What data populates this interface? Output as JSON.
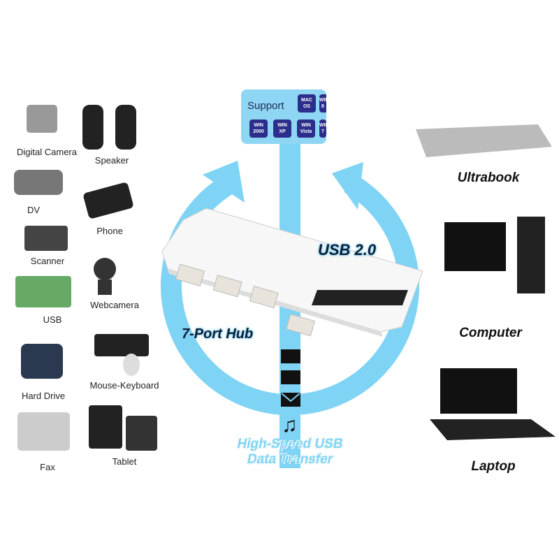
{
  "support": {
    "title": "Support",
    "os_badges": [
      {
        "line1": "MAC",
        "line2": "OS"
      },
      {
        "line1": "WIN",
        "line2": "8"
      },
      {
        "line1": "WIN",
        "line2": "2000"
      },
      {
        "line1": "WIN",
        "line2": "XP"
      },
      {
        "line1": "WIN",
        "line2": "Vista"
      },
      {
        "line1": "WIN",
        "line2": "7"
      }
    ]
  },
  "left_devices": [
    "Digital Camera",
    "Speaker",
    "DV",
    "Phone",
    "Scanner",
    "Webcamera",
    "USB",
    "Hard Drive",
    "Mouse-Keyboard",
    "Fax",
    "Tablet"
  ],
  "right_devices": [
    "Ultrabook",
    "Computer",
    "Laptop"
  ],
  "labels": {
    "usb_version": "USB 2.0",
    "hub": "7-Port Hub",
    "transfer_line1": "High-Speed USB",
    "transfer_line2": "Data Transfer"
  },
  "colors": {
    "accent_blue": "#7fd3f5",
    "badge_blue": "#2b2e8a"
  }
}
